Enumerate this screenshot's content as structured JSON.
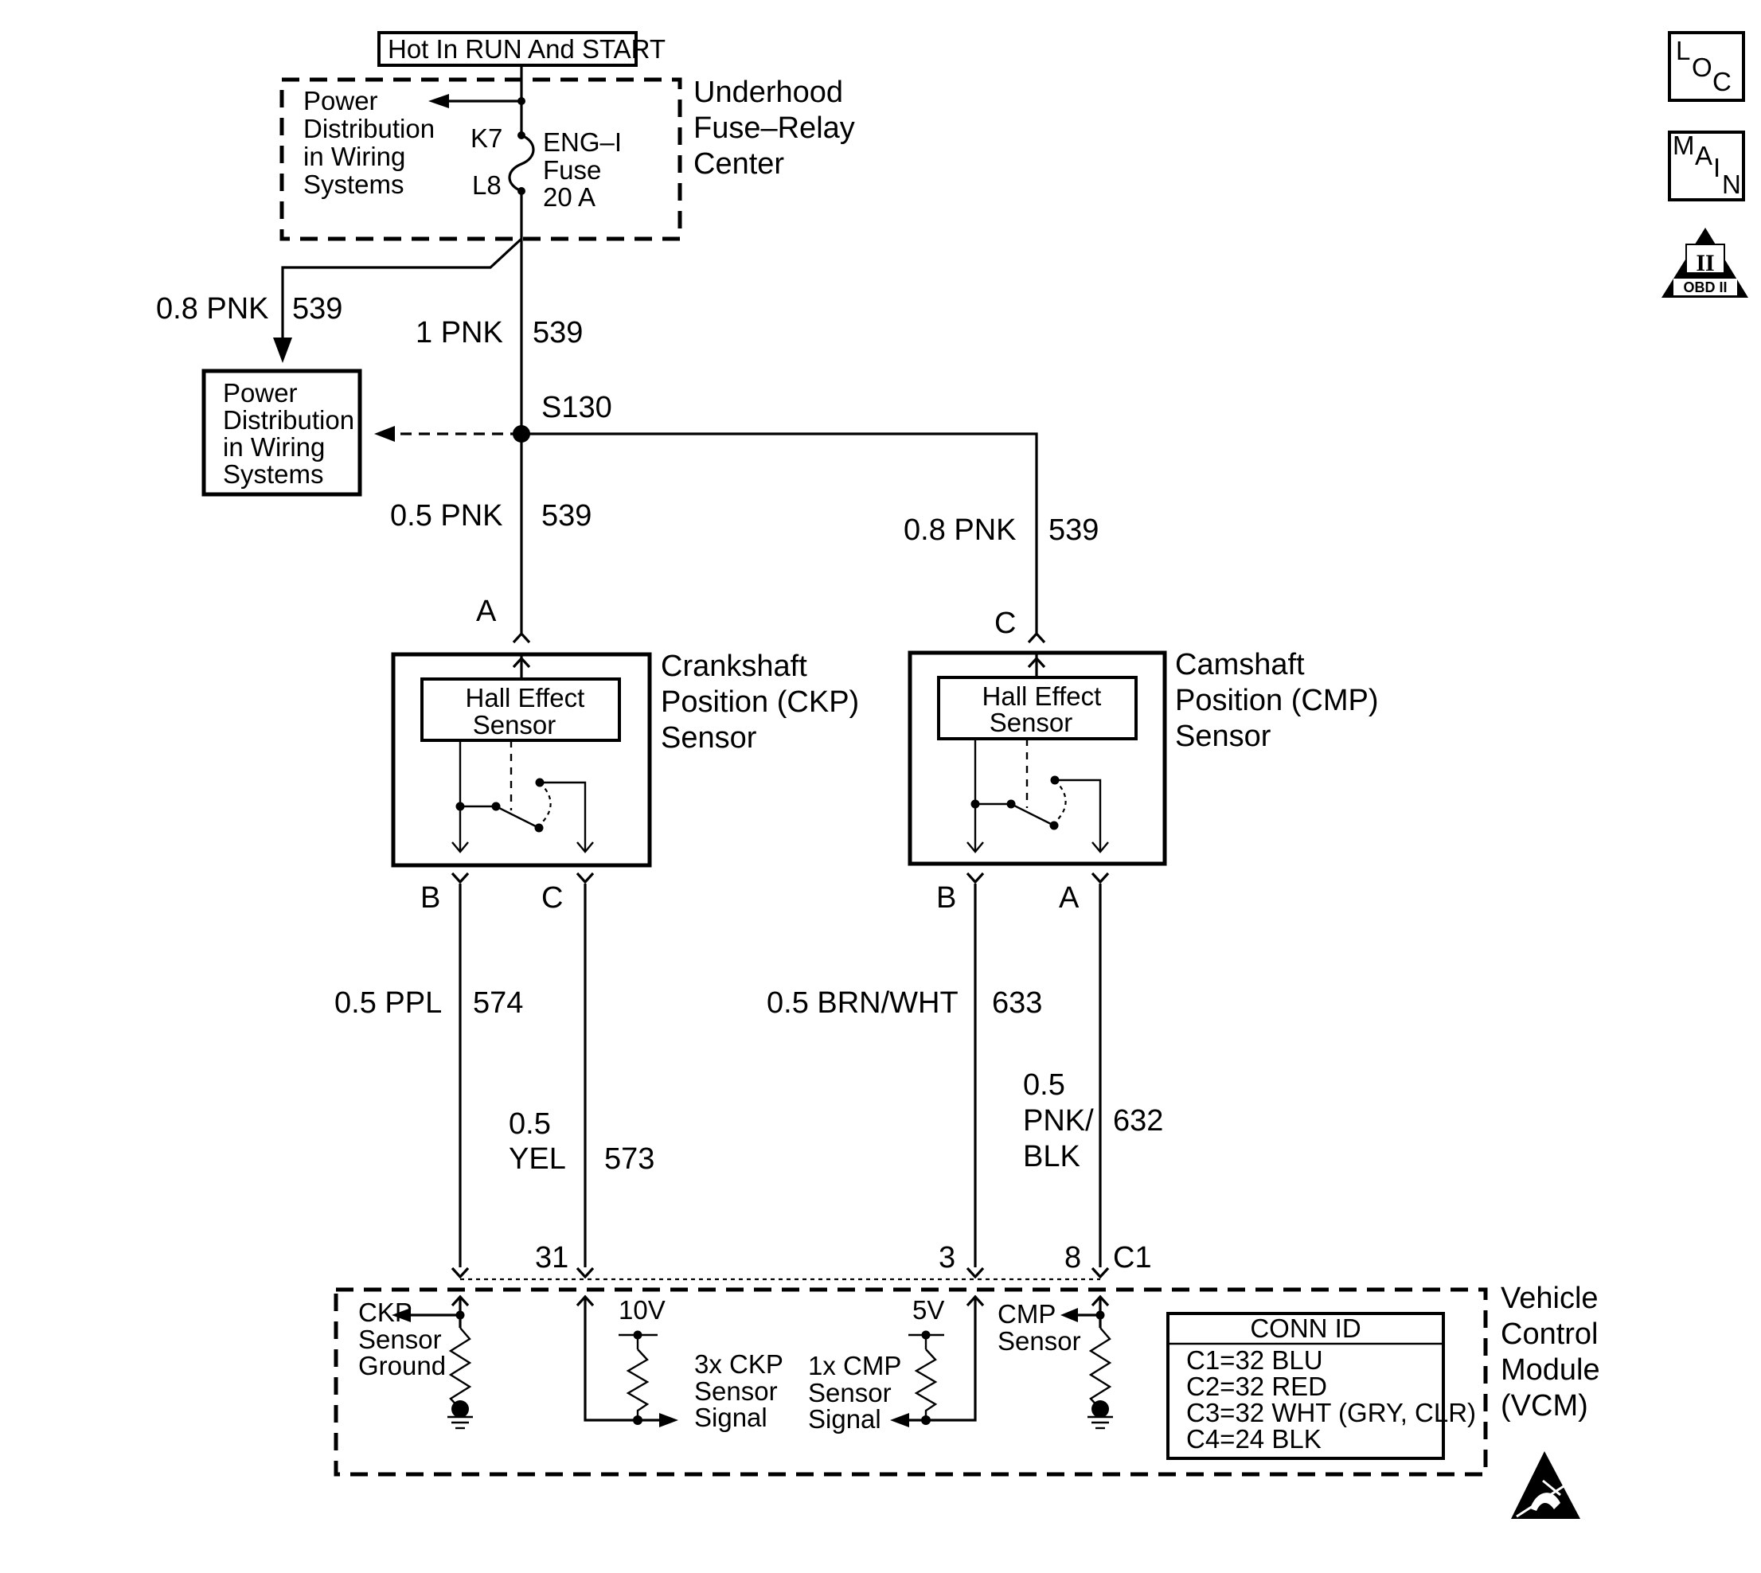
{
  "power_source": {
    "label": "Hot In RUN And START"
  },
  "fuse_center": {
    "title_lines": [
      "Underhood",
      "Fuse–Relay",
      "Center"
    ],
    "inner_lines": [
      "Power",
      "Distribution",
      "in Wiring",
      "Systems"
    ],
    "terminal_top": "K7",
    "terminal_bottom": "L8",
    "fuse_lines": [
      "ENG–I",
      "Fuse",
      "20 A"
    ]
  },
  "power_distribution_box": {
    "lines": [
      "Power",
      "Distribution",
      "in Wiring",
      "Systems"
    ]
  },
  "splice": {
    "label": "S130"
  },
  "wires": {
    "pd_branch": {
      "gauge": "0.8 PNK",
      "circuit": "539"
    },
    "main_feed": {
      "gauge": "1 PNK",
      "circuit": "539"
    },
    "ckp_feed": {
      "gauge": "0.5 PNK",
      "circuit": "539"
    },
    "cmp_feed": {
      "gauge": "0.8 PNK",
      "circuit": "539"
    },
    "ckp_ground": {
      "gauge": "0.5 PPL",
      "circuit": "574"
    },
    "ckp_signal": {
      "gauge_lines": [
        "0.5",
        "YEL"
      ],
      "circuit": "573"
    },
    "cmp_ground": {
      "gauge": "0.5 BRN/WHT",
      "circuit": "633"
    },
    "cmp_signal": {
      "gauge_lines": [
        "0.5",
        "PNK/",
        "BLK"
      ],
      "circuit": "632"
    }
  },
  "ckp_sensor": {
    "title_lines": [
      "Crankshaft",
      "Position (CKP)",
      "Sensor"
    ],
    "element_lines": [
      "Hall Effect",
      "Sensor"
    ],
    "pin_power": "A",
    "pin_ground": "B",
    "pin_signal": "C"
  },
  "cmp_sensor": {
    "title_lines": [
      "Camshaft",
      "Position (CMP)",
      "Sensor"
    ],
    "element_lines": [
      "Hall Effect",
      "Sensor"
    ],
    "pin_power": "C",
    "pin_ground": "B",
    "pin_signal": "A"
  },
  "vcm": {
    "title_lines": [
      "Vehicle",
      "Control",
      "Module",
      "(VCM)"
    ],
    "pins": {
      "ckp_signal": "31",
      "cmp_ground": "3",
      "cmp_signal": "8",
      "connector": "C1"
    },
    "ckp_ground_lines": [
      "CKP",
      "Sensor",
      "Ground"
    ],
    "ckp_signal_lines": [
      "3x CKP",
      "Sensor",
      "Signal"
    ],
    "cmp_signal_lines": [
      "1x CMP",
      "Sensor",
      "Signal"
    ],
    "cmp_ground_lines": [
      "CMP",
      "Sensor"
    ],
    "ref_ckp": "10V",
    "ref_cmp": "5V",
    "conn_id": {
      "header": "CONN ID",
      "rows": [
        "C1=32 BLU",
        "C2=32 RED",
        "C3=32 WHT (GRY, CLR)",
        "C4=24 BLK"
      ]
    }
  },
  "icons": {
    "loc": {
      "letters": [
        "L",
        "O",
        "C"
      ]
    },
    "main": {
      "letters": [
        "M",
        "A",
        "I",
        "N"
      ]
    },
    "obd": {
      "symbol": "II",
      "label": "OBD II"
    },
    "esd": "esd-warning-icon"
  }
}
